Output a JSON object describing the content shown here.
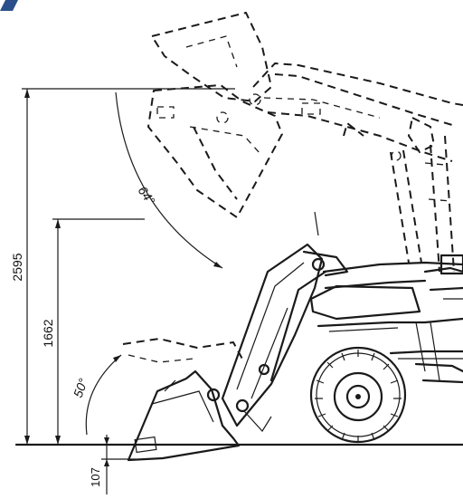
{
  "dimensions": {
    "max_height": "2595",
    "mid_height": "1662",
    "ground_offset": "107"
  },
  "angles": {
    "raised_bucket": "64°",
    "lowered_bucket": "50°"
  },
  "colors": {
    "line": "#1a1a1a",
    "background": "#ffffff",
    "corner_mark": "#2b4f8a"
  }
}
